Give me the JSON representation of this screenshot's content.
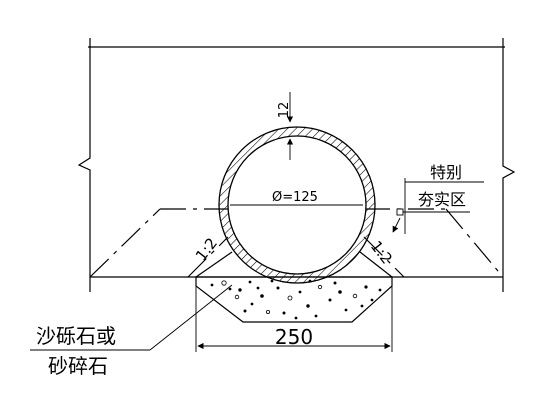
{
  "labels": {
    "wall_thickness": "12",
    "diameter": "Ø=125",
    "slope_left": "1:2",
    "slope_right": "1:2",
    "width": "250",
    "special_zone_line1": "特别",
    "special_zone_line2": "夯实区",
    "bedding_line1": "沙砾石或",
    "bedding_line2": "砂碎石"
  }
}
